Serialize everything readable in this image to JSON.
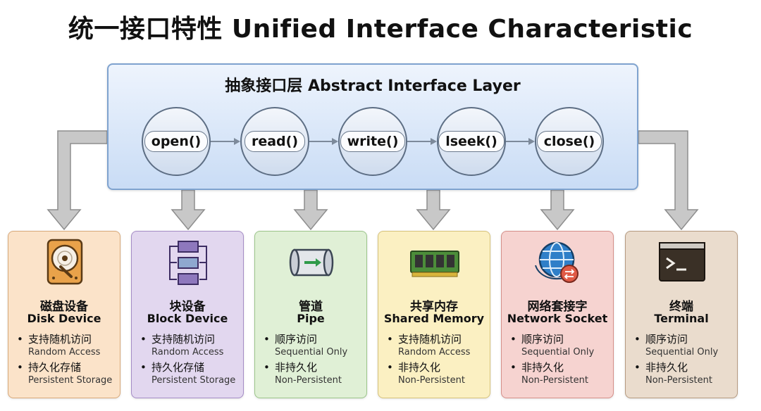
{
  "title": "统一接口特性 Unified Interface Characteristic",
  "layer": {
    "title": "抽象接口层 Abstract Interface Layer",
    "operations": [
      "open()",
      "read()",
      "write()",
      "lseek()",
      "close()"
    ]
  },
  "devices": [
    {
      "id": "disk",
      "name_zh": "磁盘设备",
      "name_en": "Disk Device",
      "icon": "hard-disk-icon",
      "bg": "#fbe3c9",
      "border": "#d8a97a",
      "features": [
        {
          "zh": "支持随机访问",
          "en": "Random Access"
        },
        {
          "zh": "持久化存储",
          "en": "Persistent Storage"
        }
      ]
    },
    {
      "id": "block",
      "name_zh": "块设备",
      "name_en": "Block Device",
      "icon": "block-flow-icon",
      "bg": "#e2d7ef",
      "border": "#a58cc6",
      "features": [
        {
          "zh": "支持随机访问",
          "en": "Random Access"
        },
        {
          "zh": "持久化存储",
          "en": "Persistent Storage"
        }
      ]
    },
    {
      "id": "pipe",
      "name_zh": "管道",
      "name_en": "Pipe",
      "icon": "pipe-icon",
      "bg": "#e0f0d6",
      "border": "#9cc58a",
      "features": [
        {
          "zh": "顺序访问",
          "en": "Sequential Only"
        },
        {
          "zh": "非持久化",
          "en": "Non-Persistent"
        }
      ]
    },
    {
      "id": "shm",
      "name_zh": "共享内存",
      "name_en": "Shared Memory",
      "icon": "memory-chip-icon",
      "bg": "#fbf0c2",
      "border": "#d6c27a",
      "features": [
        {
          "zh": "支持随机访问",
          "en": "Random Access"
        },
        {
          "zh": "非持久化",
          "en": "Non-Persistent"
        }
      ]
    },
    {
      "id": "socket",
      "name_zh": "网络套接字",
      "name_en": "Network Socket",
      "icon": "globe-network-icon",
      "bg": "#f6d3d0",
      "border": "#d58f89",
      "features": [
        {
          "zh": "顺序访问",
          "en": "Sequential Only"
        },
        {
          "zh": "非持久化",
          "en": "Non-Persistent"
        }
      ]
    },
    {
      "id": "terminal",
      "name_zh": "终端",
      "name_en": "Terminal",
      "icon": "terminal-icon",
      "bg": "#eadccd",
      "border": "#b59a80",
      "features": [
        {
          "zh": "顺序访问",
          "en": "Sequential Only"
        },
        {
          "zh": "非持久化",
          "en": "Non-Persistent"
        }
      ]
    }
  ]
}
